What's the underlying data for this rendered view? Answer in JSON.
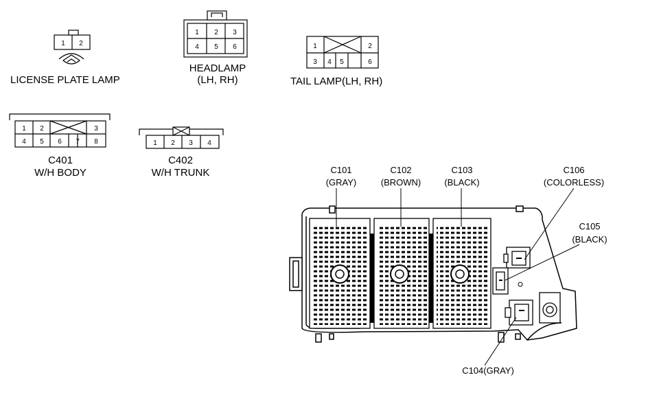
{
  "connectors": {
    "license_plate_lamp": {
      "label": "LICENSE PLATE LAMP",
      "pins": [
        "1",
        "2"
      ]
    },
    "headlamp": {
      "label_line1": "HEADLAMP",
      "label_line2": "(LH, RH)",
      "pins": [
        "1",
        "2",
        "3",
        "4",
        "5",
        "6"
      ]
    },
    "tail_lamp": {
      "label": "TAIL LAMP(LH, RH)",
      "pins": [
        "1",
        "2",
        "3",
        "4",
        "5",
        "6"
      ]
    },
    "c401": {
      "label_line1": "C401",
      "label_line2": "W/H BODY",
      "pins": [
        "1",
        "2",
        "3",
        "4",
        "5",
        "6",
        "7",
        "8"
      ]
    },
    "c402": {
      "label_line1": "C402",
      "label_line2": "W/H TRUNK",
      "pins": [
        "1",
        "2",
        "3",
        "4"
      ]
    }
  },
  "fuse_box": {
    "c101": {
      "line1": "C101",
      "line2": "(GRAY)"
    },
    "c102": {
      "line1": "C102",
      "line2": "(BROWN)"
    },
    "c103": {
      "line1": "C103",
      "line2": "(BLACK)"
    },
    "c106": {
      "line1": "C106",
      "line2": "(COLORLESS)"
    },
    "c105": {
      "line1": "C105",
      "line2": "(BLACK)"
    },
    "c104": {
      "label": "C104(GRAY)"
    }
  }
}
